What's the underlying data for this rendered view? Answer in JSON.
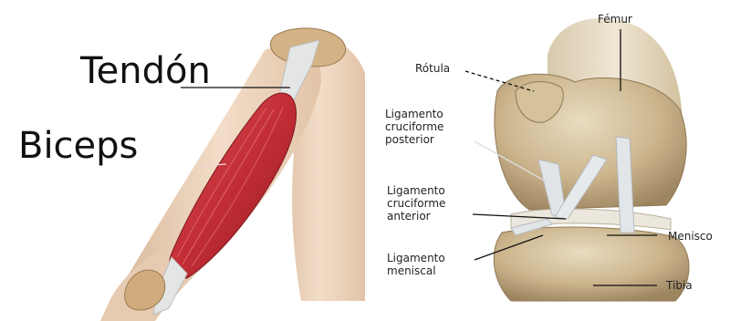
{
  "left_figure": {
    "labels": {
      "tendon": "Tendón",
      "biceps": "Biceps"
    }
  },
  "right_figure": {
    "labels": {
      "femur": "Fémur",
      "rotula": "Rótula",
      "posterior_line1": "Ligamento",
      "posterior_line2": "cruciforme",
      "posterior_line3": "posterior",
      "anterior_line1": "Ligamento",
      "anterior_line2": "cruciforme",
      "anterior_line3": "anterior",
      "menisco": "Menisco",
      "meniscal_line1": "Ligamento",
      "meniscal_line2": "meniscal",
      "tibia": "Tibia"
    }
  },
  "colors": {
    "muscle": "#c8353b",
    "skin": "#ecd5bf",
    "bone": "#cdb892",
    "ligament": "#dfe3e6",
    "pointer": "#111111"
  }
}
